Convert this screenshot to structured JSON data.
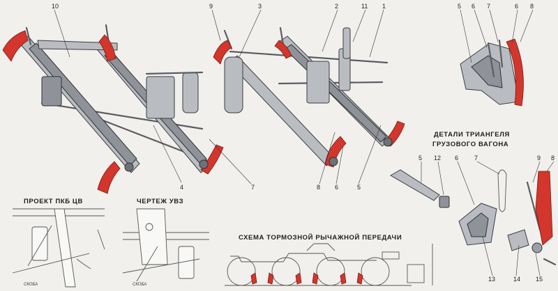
{
  "callouts": {
    "c1": "1",
    "c2": "2",
    "c3": "3",
    "c4": "4",
    "c5": "5",
    "c6": "6",
    "c7": "7",
    "c8": "8",
    "c9": "9",
    "c10": "10",
    "c11": "11"
  },
  "details": {
    "title_line1": "ДЕТАЛИ ТРИАНГЕЛЯ",
    "title_line2": "ГРУЗОВОГО ВАГОНА",
    "top_labels": [
      "5",
      "6",
      "7",
      "6",
      "8"
    ],
    "lower_labels": [
      "5",
      "12",
      "6",
      "7",
      "9",
      "8",
      "13",
      "14",
      "15"
    ]
  },
  "captions": {
    "project": "ПРОЕКТ ПКБ ЦВ",
    "drawing": "ЧЕРТЕЖ УВЗ",
    "scheme": "СХЕМА ТОРМОЗНОЙ РЫЧАЖНОЙ ПЕРЕДАЧИ"
  },
  "small_labels": {
    "skoba1": "СКОБА",
    "skoba2": "СКОБА"
  },
  "colors": {
    "shoe": "#d2362c",
    "steel": "#b9bcc1",
    "background": "#f1f0ec"
  }
}
